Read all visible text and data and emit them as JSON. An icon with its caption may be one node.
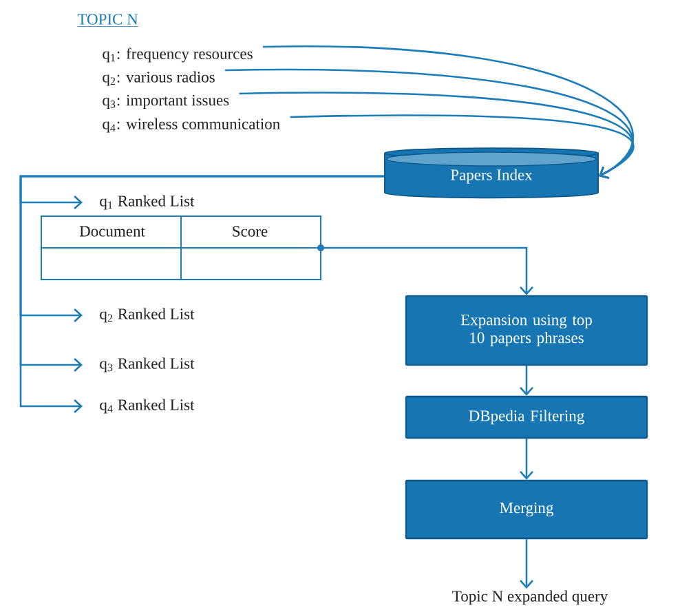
{
  "diagram": {
    "title": "TOPIC N",
    "nodes": [
      {
        "text": [
          "q$_{1}$: frequency resources"
        ]
      },
      {
        "text": [
          "q$_{2}$: various radios"
        ]
      },
      {
        "text": [
          "q$_{3}$: important issues"
        ]
      },
      {
        "text": [
          "q$_{4}$: wireless communication"
        ]
      },
      {
        "text": [
          "Papers Index"
        ]
      },
      {
        "text": [
          "q$_{1}$ Ranked List"
        ]
      },
      {
        "text": [
          "Document",
          "Score"
        ]
      },
      {
        "text": [
          "q$_{2}$ Ranked List"
        ]
      },
      {
        "text": [
          "q$_{3}$ Ranked List"
        ]
      },
      {
        "text": [
          "q$_{4}$ Ranked List"
        ]
      },
      {
        "text": [
          "Expansion using top 10 papers phrases"
        ]
      },
      {
        "text": [
          "DBpedia Filtering"
        ]
      },
      {
        "text": [
          "Merging"
        ]
      },
      {
        "text": [
          "Topic N expanded query"
        ]
      }
    ],
    "edges": [
      {
        "from": 0,
        "to": 4,
        "arrow": "to"
      },
      {
        "from": 1,
        "to": 4,
        "arrow": "to"
      },
      {
        "from": 2,
        "to": 4,
        "arrow": "to"
      },
      {
        "from": 3,
        "to": 4,
        "arrow": "to"
      },
      {
        "from": 4,
        "to": 5,
        "arrow": "to"
      },
      {
        "from": 4,
        "to": 7,
        "arrow": "to"
      },
      {
        "from": 4,
        "to": 8,
        "arrow": "to"
      },
      {
        "from": 4,
        "to": 9,
        "arrow": "to"
      },
      {
        "from": 6,
        "to": 10,
        "arrow": "to"
      },
      {
        "from": 10,
        "to": 11,
        "arrow": "to"
      },
      {
        "from": 11,
        "to": 12,
        "arrow": "to"
      },
      {
        "from": 12,
        "to": 13,
        "arrow": "to"
      }
    ]
  }
}
